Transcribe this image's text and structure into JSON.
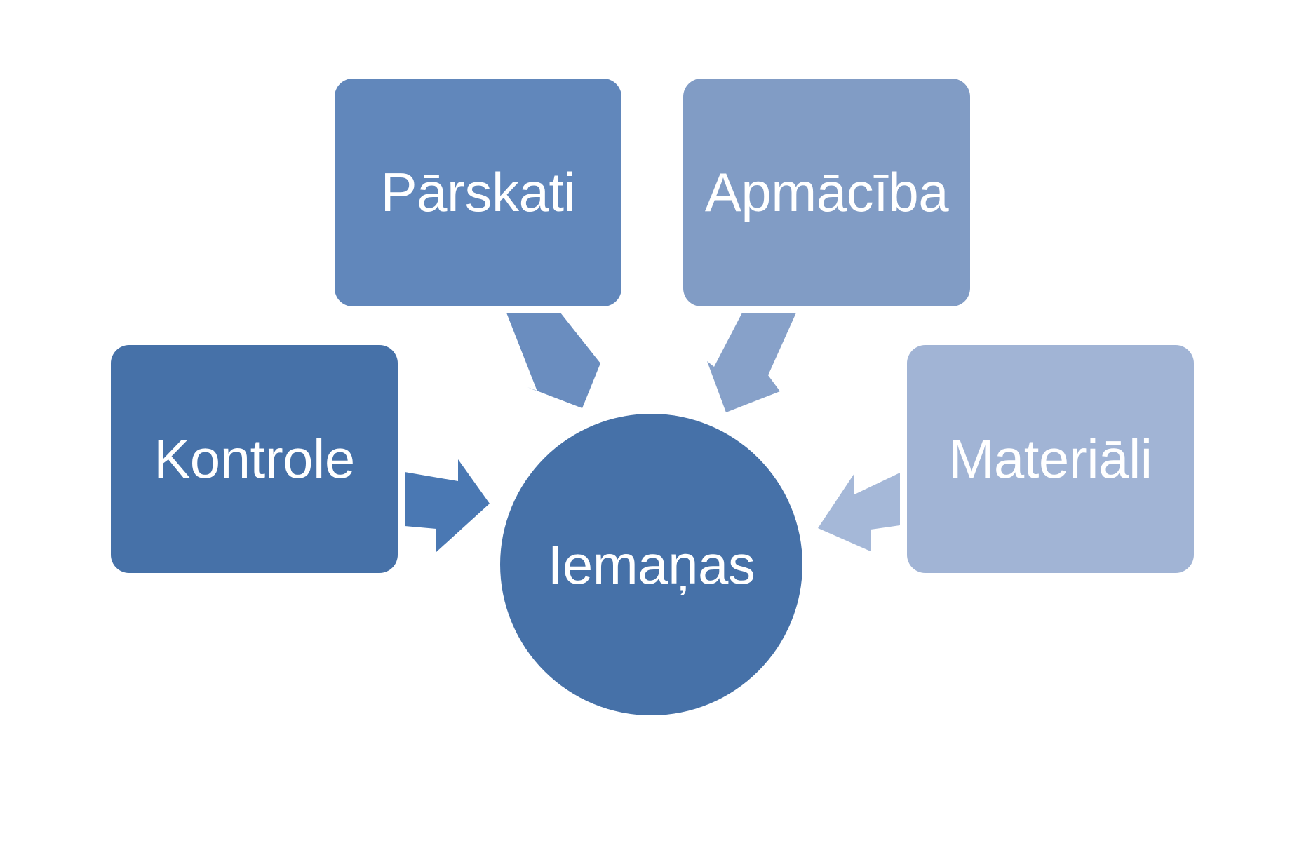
{
  "diagram": {
    "center": {
      "label": "Iemaņas",
      "color": "#4671a8"
    },
    "inputs": [
      {
        "label": "Kontrole",
        "color": "#4671a8",
        "arrow_color": "#4a78b3"
      },
      {
        "label": "Pārskati",
        "color": "#6187bb",
        "arrow_color": "#6a8dbf"
      },
      {
        "label": "Apmācība",
        "color": "#819cc5",
        "arrow_color": "#87a1c9"
      },
      {
        "label": "Materiāli",
        "color": "#a1b4d5",
        "arrow_color": "#a5b8d8"
      }
    ]
  }
}
